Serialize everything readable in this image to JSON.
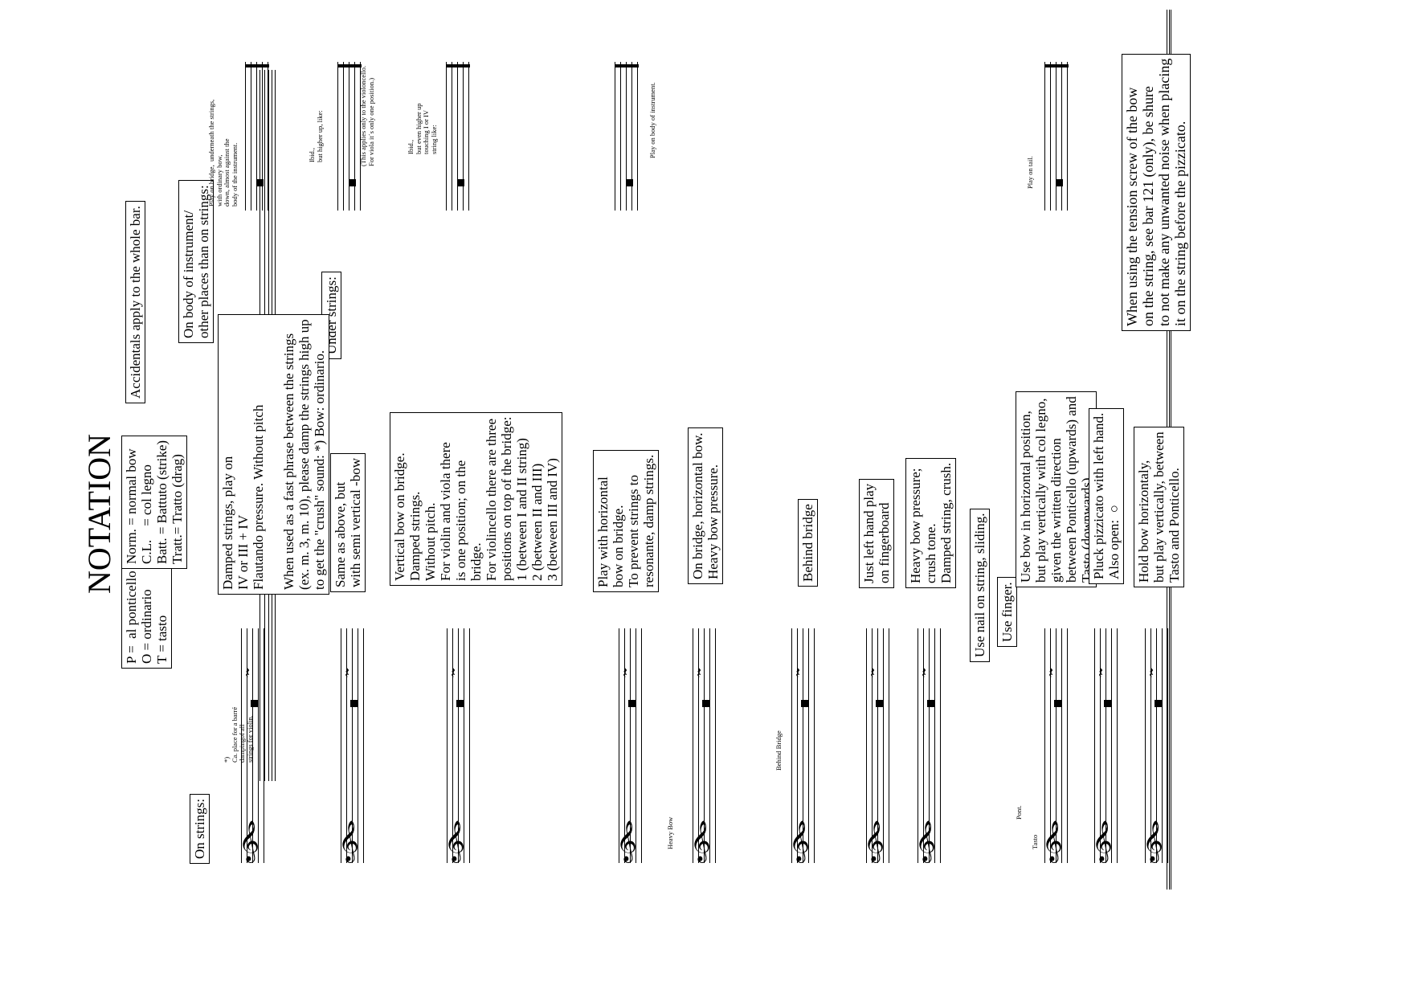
{
  "title": "NOTATION",
  "legend_left": "P =  al ponticello\nO = ordinario\nT = tasto",
  "legend_right": "Norm. = normal bow\nC.L.    = col legno\nBatt. = Battuto (strike)\nTratt.= Tratto (drag)",
  "accidentals_note": "Accidentals apply to the whole bar.",
  "sections": {
    "on_strings": "On strings:",
    "on_body": "On body of instrument/\nother places than on strings:",
    "under_strings": "Under strings:"
  },
  "barre_note": "*)\nCa. place for a barré\ndampingof all\nstrings for violin.",
  "on_strings_items": [
    "Damped strings, play on\nIV or III + IV\nFlautando pressure. Without pitch\n\nWhen used as a fast phrase between the strings\n(ex. m. 3, m. 10), please damp the strings high up\nto get the \"crush\" sound: *) Bow: ordinario.",
    "Same as above, but\nwith semi vertical -bow",
    "Vertical bow on bridge.\nDamped strings.\nWithout pitch.\nFor violin and viola there\nis one position; on the\nbridge.\nFor violincello there are three\npositions on top of the bridge:\n1 (between I and II string)\n2 (between II and III)\n3 (between III and IV)",
    "Play with horizontal\nbow on bridge.\nTo prevent strings to\nresonante, damp strings.",
    "On bridge, horizontal bow.\nHeavy bow pressure.",
    "Behind bridge",
    "Just left hand play\non fingerboard",
    "Heavy bow pressure;\ncrush tone.\nDamped string, crush.",
    "Use nail on string, sliding.",
    "Use finger.",
    "Use bow in horizontal position,\nbut play vertically with col legno,\ngiven the written direction\nbetween Ponticello (upwards) and\nTasto (downwards).",
    "Pluck pizzicato with left hand.\nAlso open:  ○",
    "Hold bow horizontaly,\nbut play vertically, between\nTasto and Ponticello."
  ],
  "staff_labels": {
    "heavy_bow": "Heavy Bow",
    "behind_bridge": "Behind Bridge",
    "pont": "Pont.",
    "tasto": "Tasto"
  },
  "body_items": [
    "Play on bridge,  underneath the strings,\nwith ordinary bow,\ndown, almost against the\nbody of the instrument.",
    "Ibid.,\nbut higher up, like:",
    "(This applies only to the violoncello.\nFor viola it´s only one position.)",
    "Ibid.,\nbut even higher up\ntouching I or IV\nstring like:",
    "Play on body of instrument.",
    "Play on tail."
  ],
  "tension_note": "When using the tension screw of the bow\non the string, see bar 121 (only), be shure\nto not make any unwanted noise when placing\nit on the string before the pizzicato."
}
